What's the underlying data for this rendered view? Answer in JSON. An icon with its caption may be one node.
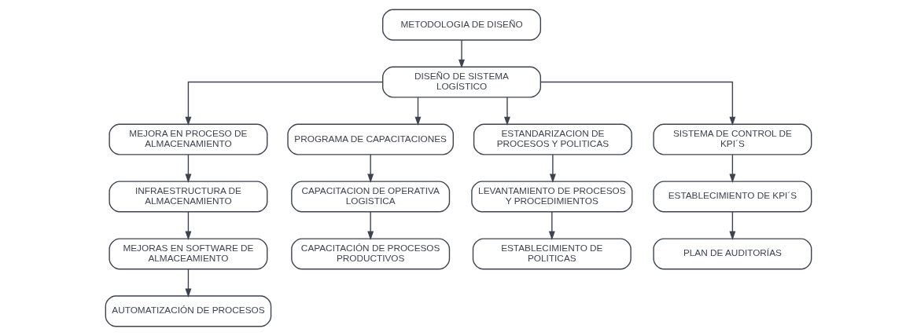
{
  "diagram": {
    "nodes": [
      {
        "text": [
          "METODOLOGIA DE DISEÑO"
        ]
      },
      {
        "text": [
          "DISEÑO DE SISTEMA LOGÍSTICO"
        ]
      },
      {
        "text": [
          "MEJORA EN PROCESO DE ALMACENAMIENTO"
        ]
      },
      {
        "text": [
          "INFRAESTRUCTURA DE ALMACENAMIENTO"
        ]
      },
      {
        "text": [
          "MEJORAS EN SOFTWARE DE ALMACEAMIENTO"
        ]
      },
      {
        "text": [
          "AUTOMATIZACIÓN DE PROCESOS"
        ]
      },
      {
        "text": [
          "PROGRAMA DE CAPACITACIONES"
        ]
      },
      {
        "text": [
          "CAPACITACION DE OPERATIVA LOGISTICA"
        ]
      },
      {
        "text": [
          "CAPACITACIÓN DE PROCESOS PRODUCTIVOS"
        ]
      },
      {
        "text": [
          "ESTANDARIZACION DE PROCESOS Y POLITICAS"
        ]
      },
      {
        "text": [
          "LEVANTAMIENTO DE PROCESOS Y PROCEDIMIENTOS"
        ]
      },
      {
        "text": [
          "ESTABLECIMIENTO DE POLITICAS"
        ]
      },
      {
        "text": [
          "SISTEMA DE CONTROL DE KPI´S"
        ]
      },
      {
        "text": [
          "ESTABLECIMIENTO DE KPI´S"
        ]
      },
      {
        "text": [
          "PLAN DE AUDITORÍAS"
        ]
      }
    ],
    "edges": [
      {
        "from": 0,
        "to": 1,
        "arrow": "to"
      },
      {
        "from": 1,
        "to": 2,
        "arrow": "to"
      },
      {
        "from": 1,
        "to": 6,
        "arrow": "to"
      },
      {
        "from": 1,
        "to": 9,
        "arrow": "to"
      },
      {
        "from": 1,
        "to": 12,
        "arrow": "to"
      },
      {
        "from": 2,
        "to": 3,
        "arrow": "to"
      },
      {
        "from": 3,
        "to": 4,
        "arrow": "to"
      },
      {
        "from": 4,
        "to": 5,
        "arrow": "to"
      },
      {
        "from": 6,
        "to": 7,
        "arrow": "to"
      },
      {
        "from": 7,
        "to": 8,
        "arrow": "to"
      },
      {
        "from": 9,
        "to": 10,
        "arrow": "to"
      },
      {
        "from": 10,
        "to": 11,
        "arrow": "to"
      },
      {
        "from": 12,
        "to": 13,
        "arrow": "to"
      },
      {
        "from": 13,
        "to": 14,
        "arrow": "to"
      }
    ]
  }
}
